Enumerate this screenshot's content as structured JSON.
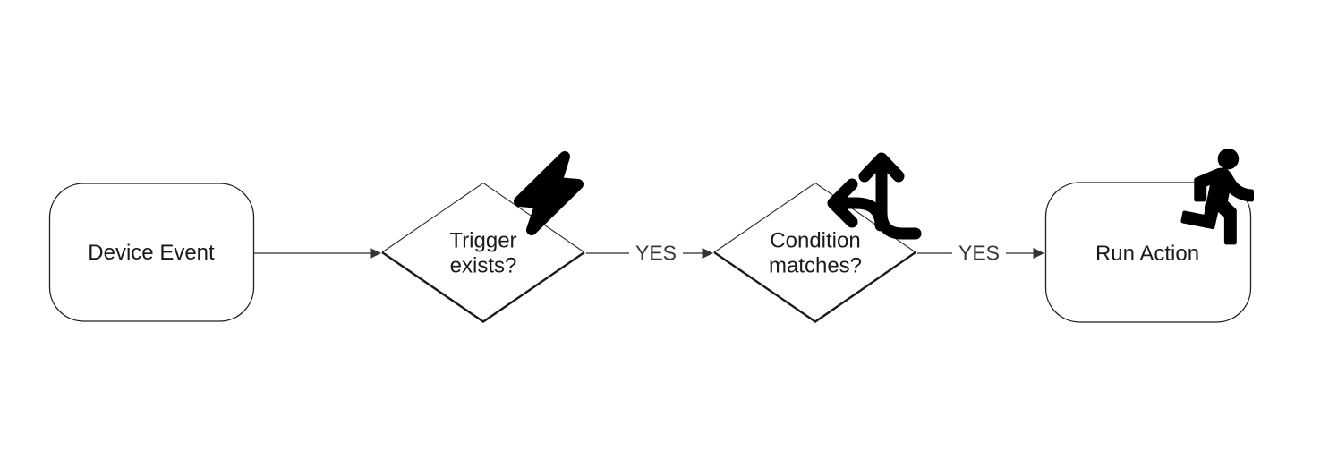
{
  "diagram": {
    "type": "flowchart",
    "direction": "left-to-right",
    "nodes": [
      {
        "id": "device-event",
        "shape": "rounded-rectangle",
        "label": "Device Event"
      },
      {
        "id": "trigger-exists",
        "shape": "diamond",
        "label": "Trigger exists?",
        "icon": "lightning-bolt-icon"
      },
      {
        "id": "condition-matches",
        "shape": "diamond",
        "label": "Condition matches?",
        "icon": "split-directions-icon"
      },
      {
        "id": "run-action",
        "shape": "rounded-rectangle",
        "label": "Run Action",
        "icon": "runner-icon"
      }
    ],
    "edges": [
      {
        "from": "device-event",
        "to": "trigger-exists",
        "label": ""
      },
      {
        "from": "trigger-exists",
        "to": "condition-matches",
        "label": "YES"
      },
      {
        "from": "condition-matches",
        "to": "run-action",
        "label": "YES"
      }
    ],
    "colors": {
      "background": "#ffffff",
      "shape_stroke": "#1f1f1f",
      "diamond_thick_stroke": "#1a1a1a",
      "edge_stroke": "#4d4d4d",
      "arrowhead_fill": "#333333",
      "node_text": "#1a1a1a",
      "edge_label_text": "#363636",
      "icon_fill": "#000000"
    }
  }
}
